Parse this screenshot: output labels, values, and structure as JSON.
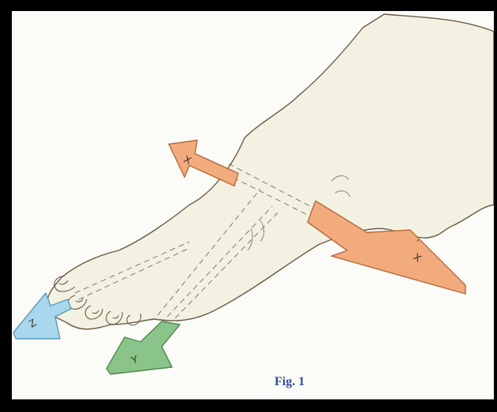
{
  "figure": {
    "caption": "Fig. 1",
    "axes": [
      {
        "id": "x",
        "label": "X",
        "color": "#f2ab7d",
        "edge": "#b66a3b"
      },
      {
        "id": "x-prime",
        "label": "X",
        "color": "#f2ab7d",
        "edge": "#b66a3b"
      },
      {
        "id": "y",
        "label": "Y",
        "color": "#8bc48a",
        "edge": "#4e8a4c"
      },
      {
        "id": "z",
        "label": "Z",
        "color": "#a9d8ee",
        "edge": "#5a9ab8"
      }
    ]
  }
}
